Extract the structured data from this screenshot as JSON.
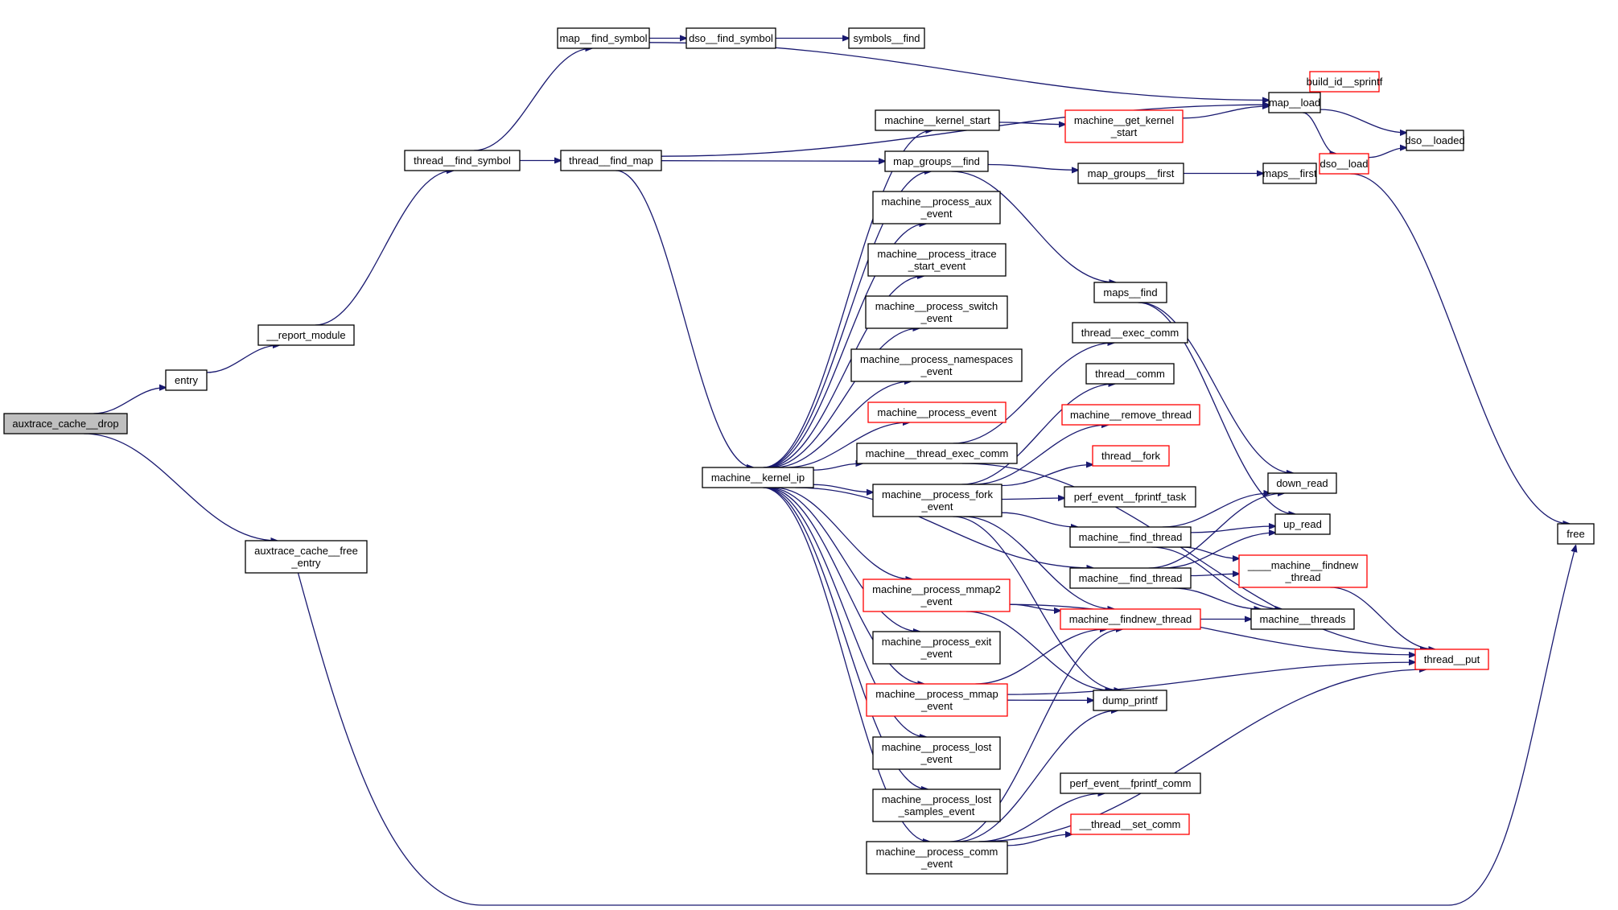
{
  "diagram": {
    "title": "Call graph of auxtrace_cache__drop",
    "colors": {
      "edge": "#191970",
      "node_border": "#000000",
      "truncated_border": "#ff0000",
      "root_fill": "#bfbfbf"
    },
    "nodes": [
      {
        "id": "auxtrace_cache__drop",
        "lines": [
          "auxtrace_cache__drop"
        ],
        "style": "root"
      },
      {
        "id": "entry",
        "lines": [
          "entry"
        ],
        "style": "normal"
      },
      {
        "id": "__report_module",
        "lines": [
          "__report_module"
        ],
        "style": "normal"
      },
      {
        "id": "thread__find_symbol",
        "lines": [
          "thread__find_symbol"
        ],
        "style": "normal"
      },
      {
        "id": "map__find_symbol",
        "lines": [
          "map__find_symbol"
        ],
        "style": "normal"
      },
      {
        "id": "dso__find_symbol",
        "lines": [
          "dso__find_symbol"
        ],
        "style": "normal"
      },
      {
        "id": "symbols__find",
        "lines": [
          "symbols__find"
        ],
        "style": "normal"
      },
      {
        "id": "thread__find_map",
        "lines": [
          "thread__find_map"
        ],
        "style": "normal"
      },
      {
        "id": "map__load",
        "lines": [
          "map__load"
        ],
        "style": "normal"
      },
      {
        "id": "build_id__sprintf",
        "lines": [
          "build_id__sprintf"
        ],
        "style": "truncated"
      },
      {
        "id": "dso__loaded",
        "lines": [
          "dso__loaded"
        ],
        "style": "normal"
      },
      {
        "id": "dso__load",
        "lines": [
          "dso__load"
        ],
        "style": "truncated"
      },
      {
        "id": "free",
        "lines": [
          "free"
        ],
        "style": "normal"
      },
      {
        "id": "machine__kernel_start",
        "lines": [
          "machine__kernel_start"
        ],
        "style": "normal"
      },
      {
        "id": "machine__get_kernel_start",
        "lines": [
          "machine__get_kernel",
          "_start"
        ],
        "style": "truncated"
      },
      {
        "id": "map_groups__find",
        "lines": [
          "map_groups__find"
        ],
        "style": "normal"
      },
      {
        "id": "map_groups__first",
        "lines": [
          "map_groups__first"
        ],
        "style": "normal"
      },
      {
        "id": "maps__first",
        "lines": [
          "maps__first"
        ],
        "style": "normal"
      },
      {
        "id": "maps__find",
        "lines": [
          "maps__find"
        ],
        "style": "normal"
      },
      {
        "id": "machine__process_aux_event",
        "lines": [
          "machine__process_aux",
          "_event"
        ],
        "style": "normal"
      },
      {
        "id": "machine__process_itrace_start_event",
        "lines": [
          "machine__process_itrace",
          "_start_event"
        ],
        "style": "normal"
      },
      {
        "id": "machine__process_switch_event",
        "lines": [
          "machine__process_switch",
          "_event"
        ],
        "style": "normal"
      },
      {
        "id": "machine__process_namespaces_event",
        "lines": [
          "machine__process_namespaces",
          "_event"
        ],
        "style": "normal"
      },
      {
        "id": "machine__process_event",
        "lines": [
          "machine__process_event"
        ],
        "style": "truncated"
      },
      {
        "id": "machine__thread_exec_comm",
        "lines": [
          "machine__thread_exec_comm"
        ],
        "style": "normal"
      },
      {
        "id": "machine__kernel_ip",
        "lines": [
          "machine__kernel_ip"
        ],
        "style": "normal"
      },
      {
        "id": "machine__process_fork_event",
        "lines": [
          "machine__process_fork",
          "_event"
        ],
        "style": "normal"
      },
      {
        "id": "thread__exec_comm",
        "lines": [
          "thread__exec_comm"
        ],
        "style": "normal"
      },
      {
        "id": "thread__comm",
        "lines": [
          "thread__comm"
        ],
        "style": "normal"
      },
      {
        "id": "machine__remove_thread",
        "lines": [
          "machine__remove_thread"
        ],
        "style": "truncated"
      },
      {
        "id": "thread__fork",
        "lines": [
          "thread__fork"
        ],
        "style": "truncated"
      },
      {
        "id": "perf_event__fprintf_task",
        "lines": [
          "perf_event__fprintf_task"
        ],
        "style": "normal"
      },
      {
        "id": "down_read",
        "lines": [
          "down_read"
        ],
        "style": "normal"
      },
      {
        "id": "up_read",
        "lines": [
          "up_read"
        ],
        "style": "normal"
      },
      {
        "id": "machine__find_thread_1",
        "lines": [
          "machine__find_thread"
        ],
        "style": "normal"
      },
      {
        "id": "machine__find_thread_2",
        "lines": [
          "machine__find_thread"
        ],
        "style": "normal"
      },
      {
        "id": "____machine__findnew_thread",
        "lines": [
          "____machine__findnew",
          "_thread"
        ],
        "style": "truncated"
      },
      {
        "id": "machine__findnew_thread",
        "lines": [
          "machine__findnew_thread"
        ],
        "style": "truncated"
      },
      {
        "id": "machine__threads",
        "lines": [
          "machine__threads"
        ],
        "style": "normal"
      },
      {
        "id": "thread__put",
        "lines": [
          "thread__put"
        ],
        "style": "truncated"
      },
      {
        "id": "machine__process_mmap2_event",
        "lines": [
          "machine__process_mmap2",
          "_event"
        ],
        "style": "truncated"
      },
      {
        "id": "machine__process_exit_event",
        "lines": [
          "machine__process_exit",
          "_event"
        ],
        "style": "normal"
      },
      {
        "id": "machine__process_mmap_event",
        "lines": [
          "machine__process_mmap",
          "_event"
        ],
        "style": "truncated"
      },
      {
        "id": "dump_printf",
        "lines": [
          "dump_printf"
        ],
        "style": "normal"
      },
      {
        "id": "machine__process_lost_event",
        "lines": [
          "machine__process_lost",
          "_event"
        ],
        "style": "normal"
      },
      {
        "id": "machine__process_lost_samples_event",
        "lines": [
          "machine__process_lost",
          "_samples_event"
        ],
        "style": "normal"
      },
      {
        "id": "perf_event__fprintf_comm",
        "lines": [
          "perf_event__fprintf_comm"
        ],
        "style": "normal"
      },
      {
        "id": "__thread__set_comm",
        "lines": [
          "__thread__set_comm"
        ],
        "style": "truncated"
      },
      {
        "id": "machine__process_comm_event",
        "lines": [
          "machine__process_comm",
          "_event"
        ],
        "style": "normal"
      },
      {
        "id": "auxtrace_cache__free_entry",
        "lines": [
          "auxtrace_cache__free",
          "_entry"
        ],
        "style": "normal"
      }
    ],
    "edges": [
      [
        "auxtrace_cache__drop",
        "entry"
      ],
      [
        "auxtrace_cache__drop",
        "auxtrace_cache__free_entry"
      ],
      [
        "entry",
        "__report_module"
      ],
      [
        "__report_module",
        "thread__find_symbol"
      ],
      [
        "thread__find_symbol",
        "map__find_symbol"
      ],
      [
        "thread__find_symbol",
        "thread__find_map"
      ],
      [
        "map__find_symbol",
        "dso__find_symbol"
      ],
      [
        "map__find_symbol",
        "map__load"
      ],
      [
        "dso__find_symbol",
        "symbols__find"
      ],
      [
        "thread__find_map",
        "map__load"
      ],
      [
        "thread__find_map",
        "map_groups__find"
      ],
      [
        "thread__find_map",
        "machine__kernel_ip"
      ],
      [
        "map__load",
        "build_id__sprintf"
      ],
      [
        "map__load",
        "dso__loaded"
      ],
      [
        "map__load",
        "dso__load"
      ],
      [
        "dso__load",
        "dso__loaded"
      ],
      [
        "dso__load",
        "free"
      ],
      [
        "machine__kernel_start",
        "machine__get_kernel_start"
      ],
      [
        "machine__get_kernel_start",
        "map__load"
      ],
      [
        "map_groups__find",
        "map_groups__first"
      ],
      [
        "map_groups__find",
        "maps__find"
      ],
      [
        "map_groups__first",
        "maps__first"
      ],
      [
        "maps__find",
        "down_read"
      ],
      [
        "maps__find",
        "up_read"
      ],
      [
        "machine__kernel_ip",
        "machine__kernel_start"
      ],
      [
        "machine__kernel_ip",
        "map_groups__find"
      ],
      [
        "machine__kernel_ip",
        "machine__process_aux_event"
      ],
      [
        "machine__kernel_ip",
        "machine__process_itrace_start_event"
      ],
      [
        "machine__kernel_ip",
        "machine__process_switch_event"
      ],
      [
        "machine__kernel_ip",
        "machine__process_namespaces_event"
      ],
      [
        "machine__kernel_ip",
        "machine__process_event"
      ],
      [
        "machine__kernel_ip",
        "machine__thread_exec_comm"
      ],
      [
        "machine__kernel_ip",
        "machine__process_fork_event"
      ],
      [
        "machine__kernel_ip",
        "machine__find_thread_2"
      ],
      [
        "machine__kernel_ip",
        "machine__process_mmap2_event"
      ],
      [
        "machine__kernel_ip",
        "machine__process_exit_event"
      ],
      [
        "machine__kernel_ip",
        "machine__process_mmap_event"
      ],
      [
        "machine__kernel_ip",
        "machine__process_lost_event"
      ],
      [
        "machine__kernel_ip",
        "machine__process_lost_samples_event"
      ],
      [
        "machine__kernel_ip",
        "machine__process_comm_event"
      ],
      [
        "machine__thread_exec_comm",
        "thread__exec_comm"
      ],
      [
        "machine__thread_exec_comm",
        "thread__put"
      ],
      [
        "machine__process_fork_event",
        "thread__comm"
      ],
      [
        "machine__process_fork_event",
        "machine__remove_thread"
      ],
      [
        "machine__process_fork_event",
        "thread__fork"
      ],
      [
        "machine__process_fork_event",
        "perf_event__fprintf_task"
      ],
      [
        "machine__process_fork_event",
        "machine__find_thread_1"
      ],
      [
        "machine__process_fork_event",
        "machine__findnew_thread"
      ],
      [
        "machine__process_fork_event",
        "dump_printf"
      ],
      [
        "machine__find_thread_1",
        "down_read"
      ],
      [
        "machine__find_thread_1",
        "up_read"
      ],
      [
        "machine__find_thread_1",
        "____machine__findnew_thread"
      ],
      [
        "machine__find_thread_1",
        "machine__threads"
      ],
      [
        "machine__find_thread_2",
        "down_read"
      ],
      [
        "machine__find_thread_2",
        "up_read"
      ],
      [
        "machine__find_thread_2",
        "____machine__findnew_thread"
      ],
      [
        "machine__find_thread_2",
        "machine__threads"
      ],
      [
        "____machine__findnew_thread",
        "thread__put"
      ],
      [
        "machine__findnew_thread",
        "machine__threads"
      ],
      [
        "machine__process_mmap2_event",
        "machine__findnew_thread"
      ],
      [
        "machine__process_mmap2_event",
        "dump_printf"
      ],
      [
        "machine__process_mmap2_event",
        "thread__put"
      ],
      [
        "machine__process_mmap_event",
        "machine__findnew_thread"
      ],
      [
        "machine__process_mmap_event",
        "dump_printf"
      ],
      [
        "machine__process_mmap_event",
        "thread__put"
      ],
      [
        "machine__process_comm_event",
        "machine__findnew_thread"
      ],
      [
        "machine__process_comm_event",
        "dump_printf"
      ],
      [
        "machine__process_comm_event",
        "perf_event__fprintf_comm"
      ],
      [
        "machine__process_comm_event",
        "__thread__set_comm"
      ],
      [
        "machine__process_comm_event",
        "thread__put"
      ],
      [
        "auxtrace_cache__free_entry",
        "free"
      ]
    ]
  }
}
